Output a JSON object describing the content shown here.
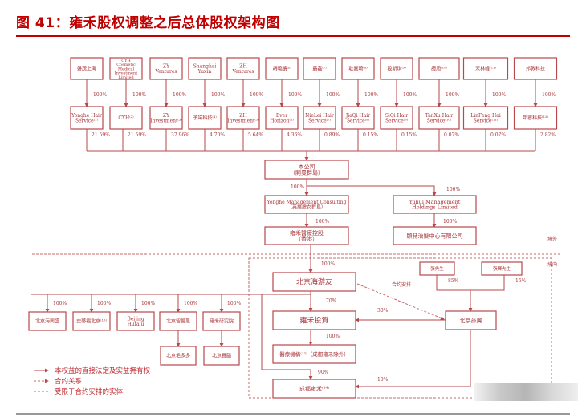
{
  "title": "图 41：雍禾股权调整之后总体股权架构图",
  "colors": {
    "title": "#c00000",
    "diagram": "#b9474b"
  },
  "shareholders": [
    {
      "owner": [
        "磐茂上海"
      ],
      "holder": [
        "Yonghe Hair",
        "Service⁽¹⁾"
      ],
      "owner_pct": "100%",
      "stake": "21.59%"
    },
    {
      "owner": [
        "CYH",
        "Cosmetic",
        "Medical",
        "Investment",
        "Limited"
      ],
      "holder": [
        "CYH⁽²⁾"
      ],
      "owner_pct": "100%",
      "stake": "21.59%"
    },
    {
      "owner": [
        "ZY",
        "Ventures"
      ],
      "holder": [
        "ZY",
        "Investment⁽³⁾"
      ],
      "owner_pct": "100%",
      "stake": "37.96%"
    },
    {
      "owner": [
        "Shanghai",
        "Yuxin"
      ],
      "holder": [
        "予諾科技⁽⁴⁾"
      ],
      "owner_pct": "100%",
      "stake": "4.70%"
    },
    {
      "owner": [
        "ZH",
        "Ventures"
      ],
      "holder": [
        "ZH",
        "Investment⁽⁵⁾"
      ],
      "owner_pct": "100%",
      "stake": "5.64%"
    },
    {
      "owner": [
        "胡曉鵬⁽⁶⁾"
      ],
      "holder": [
        "Ever",
        "Horizon⁽⁶⁾"
      ],
      "owner_pct": "100%",
      "stake": "4.36%"
    },
    {
      "owner": [
        "聶磊⁽⁷⁾"
      ],
      "holder": [
        "NieLei Hair",
        "Service⁽⁷⁾"
      ],
      "owner_pct": "100%",
      "stake": "0.89%"
    },
    {
      "owner": [
        "耿嘉琦⁽⁸⁾"
      ],
      "holder": [
        "JiaQi Hair",
        "Service⁽⁸⁾"
      ],
      "owner_pct": "100%",
      "stake": "0.15%"
    },
    {
      "owner": [
        "段斯琪⁽⁹⁾"
      ],
      "holder": [
        "SiQi Hair",
        "Service⁽⁹⁾"
      ],
      "owner_pct": "100%",
      "stake": "0.15%"
    },
    {
      "owner": [
        "譚旭⁽¹⁰⁾"
      ],
      "holder": [
        "TanXu Hair",
        "Service⁽¹⁰⁾"
      ],
      "owner_pct": "100%",
      "stake": "0.07%"
    },
    {
      "owner": [
        "宋林峰⁽¹¹⁾"
      ],
      "holder": [
        "LinFeng Hai",
        "Service⁽¹¹⁾"
      ],
      "owner_pct": "100%",
      "stake": "0.07%"
    },
    {
      "owner": [
        "邦敦科技"
      ],
      "holder": [
        "邦睿科技⁽¹²⁾"
      ],
      "owner_pct": "100%",
      "stake": "2.82%"
    }
  ],
  "company": [
    "本公司",
    "（開曼群島）"
  ],
  "yonghe_mgmt": [
    "Yonghe Management Consulting",
    "（英屬處女群島）"
  ],
  "yuhui": [
    "Yuhui Management",
    "Holdings Limited"
  ],
  "hk": [
    "雍禾醫療控股",
    "（香港）"
  ],
  "xianhe": [
    "顯赫治髮中心有限公司"
  ],
  "pct": {
    "company_yonghe": "100%",
    "company_yuhui": "100%",
    "yonghe_hk": "100%",
    "yuhui_xianhe": "100%",
    "hk_haiyou": "100%",
    "haiyou_invest": "70%",
    "invest_med": "100%",
    "haiyou_chengdu": "90%",
    "sunyi_invest": "30%",
    "sunyi_chengdu": "10%",
    "zhang": "85%",
    "zhanghui": "15%",
    "subs": [
      "100%",
      "100%",
      "100%",
      "100%",
      "100%"
    ]
  },
  "region": {
    "offshore": "境外",
    "onshore": "境内"
  },
  "haiyou": [
    "北京海游友"
  ],
  "invest": [
    "雍禾投資"
  ],
  "med": [
    "醫療機構⁽¹³⁾（成都雍禾除外）"
  ],
  "chengdu": [
    "成都雍禾⁽¹⁴⁾"
  ],
  "sunyi": [
    "北京孫翼"
  ],
  "zhang": [
    "張先生"
  ],
  "zhanghui": [
    "張輝先生"
  ],
  "contract_label": "合约安排",
  "subs": [
    [
      "北京海興盛"
    ],
    [
      "史蒂福北京⁽¹⁵⁾"
    ],
    [
      "Beijing",
      "Hufalu"
    ],
    [
      "北京留醫黑"
    ],
    [
      "雍禾研究院"
    ]
  ],
  "subsubs": [
    [
      "北京毛多多"
    ],
    [
      "北京賽腦"
    ]
  ],
  "legend": [
    {
      "label": "本权益的直接法定及实益拥有权",
      "style": "solid-arrow"
    },
    {
      "label": "合约关系",
      "style": "dotted-arrow"
    },
    {
      "label": "受限于合约安排的实体",
      "style": "dotted-line"
    }
  ]
}
